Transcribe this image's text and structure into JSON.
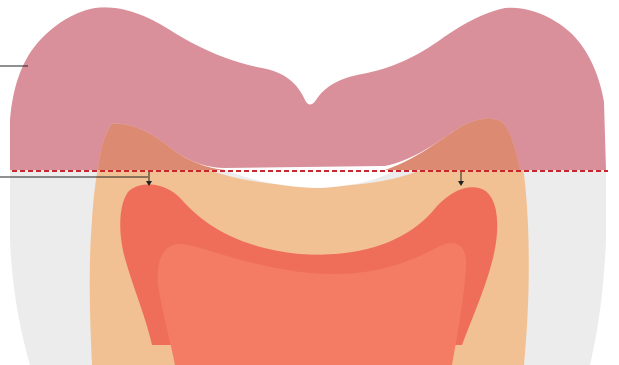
{
  "colors": {
    "background": "#ffffff",
    "outer_tooth_gray": "#ececec",
    "enamel_peach": "#f2c193",
    "dentin_outer": "#ee6e5a",
    "pulp_inner": "#f47c65",
    "overlay_pink": "#d9909a",
    "overlay_overlap": "#dc8a72",
    "reference_dashed_line": "#c8282d",
    "leader_line": "#222222",
    "measure_arrow": "#222222"
  },
  "elements": {
    "tooth_outline": "tooth-outline",
    "enamel_layer": "enamel-layer",
    "dentin_layer": "dentin-layer",
    "pulp_chamber": "pulp-chamber",
    "overlay_region": "overlay-region",
    "reference_line": "reference-line",
    "leader_lines": [
      "leader-line-top",
      "leader-line-middle"
    ],
    "measure_arrows": [
      "measure-arrow-left",
      "measure-arrow-right"
    ]
  }
}
